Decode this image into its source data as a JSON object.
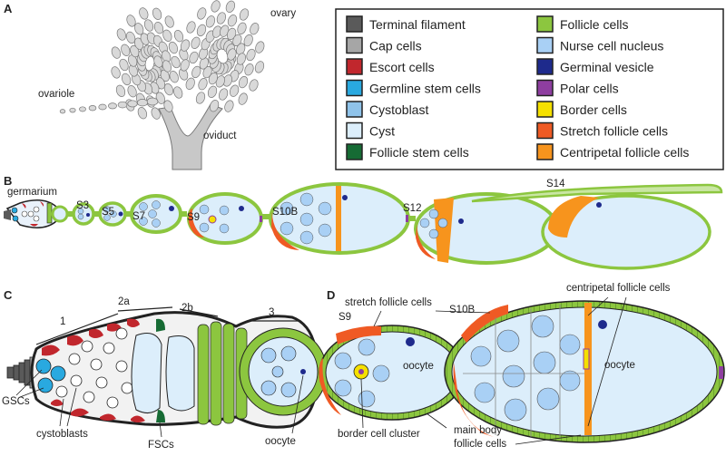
{
  "panels": {
    "a": "A",
    "b": "B",
    "c": "C",
    "d": "D"
  },
  "panel_a": {
    "ovary": "ovary",
    "ovariole": "ovariole",
    "oviduct": "oviduct"
  },
  "legend": {
    "items": [
      {
        "label": "Terminal filament",
        "color": "#5a5a5a"
      },
      {
        "label": "Cap cells",
        "color": "#a6a6a6"
      },
      {
        "label": "Escort cells",
        "color": "#c1272d"
      },
      {
        "label": "Germline stem cells",
        "color": "#29a9e0"
      },
      {
        "label": "Cystoblast",
        "color": "#8fc3ea"
      },
      {
        "label": "Cyst",
        "color": "#dceefb"
      },
      {
        "label": "Follicle stem cells",
        "color": "#166b34"
      },
      {
        "label": "Follicle cells",
        "color": "#8cc63f"
      },
      {
        "label": "Nurse cell nucleus",
        "color": "#a9d0f5"
      },
      {
        "label": "Germinal vesicle",
        "color": "#1e2a8c"
      },
      {
        "label": "Polar cells",
        "color": "#8e3ea0"
      },
      {
        "label": "Border cells",
        "color": "#f5e000"
      },
      {
        "label": "Stretch follicle cells",
        "color": "#ef5a24"
      },
      {
        "label": "Centripetal follicle cells",
        "color": "#f7941d"
      }
    ]
  },
  "panel_b": {
    "germarium": "germarium",
    "stages": [
      "S3",
      "S5",
      "S7",
      "S9",
      "S10B",
      "S12",
      "S14"
    ]
  },
  "panel_c": {
    "regions": [
      "1",
      "2a",
      "2b",
      "3"
    ],
    "gscs": "GSCs",
    "cystoblasts": "cystoblasts",
    "fscs": "FSCs",
    "oocyte": "oocyte"
  },
  "panel_d": {
    "s9": "S9",
    "s10b": "S10B",
    "stretch": "stretch follicle cells",
    "centripetal": "centripetal follicle cells",
    "oocyte_s9": "oocyte",
    "oocyte_s10b": "oocyte",
    "border_cluster": "border cell cluster",
    "main_body": "main body\nfollicle cells"
  }
}
